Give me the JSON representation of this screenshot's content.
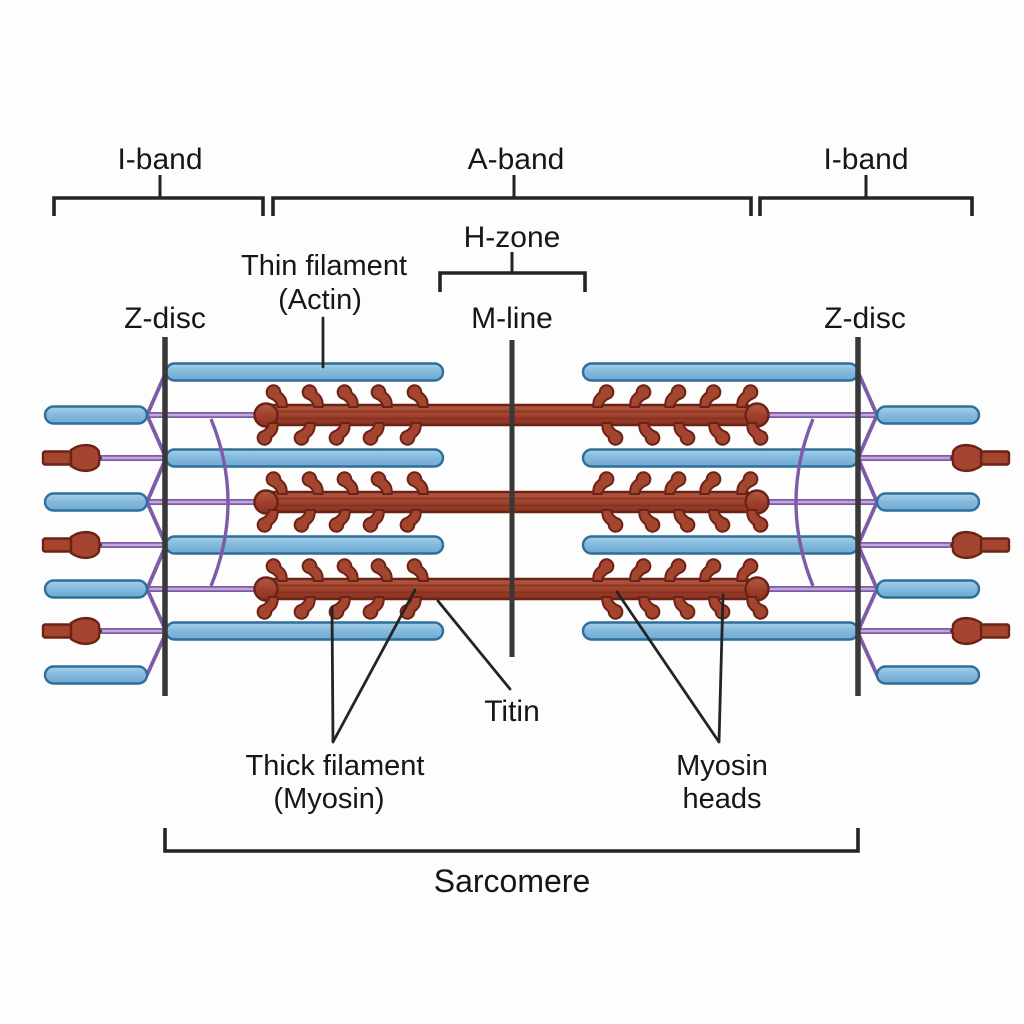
{
  "diagram": {
    "labels": {
      "i_band_left": "I-band",
      "a_band": "A-band",
      "i_band_right": "I-band",
      "h_zone": "H-zone",
      "thin_filament_line1": "Thin filament",
      "thin_filament_line2": "(Actin)",
      "z_disc_left": "Z-disc",
      "m_line": "M-line",
      "z_disc_right": "Z-disc",
      "titin": "Titin",
      "thick_filament_line1": "Thick filament",
      "thick_filament_line2": "(Myosin)",
      "myosin_heads_line1": "Myosin",
      "myosin_heads_line2": "heads",
      "sarcomere": "Sarcomere"
    },
    "colors": {
      "background": "#fdfdfd",
      "label_text": "#161616",
      "line": "#242424",
      "z_line": "#383838",
      "actin_fill": "#82b9de",
      "actin_stroke": "#2f6e99",
      "myosin_fill": "#a34531",
      "myosin_head": "#a4452f",
      "myosin_stroke": "#6b2315",
      "myosin_stripe": "#7c2a1b",
      "titin": "#7d5ba6",
      "titin_core": "#c4a6dc"
    }
  }
}
